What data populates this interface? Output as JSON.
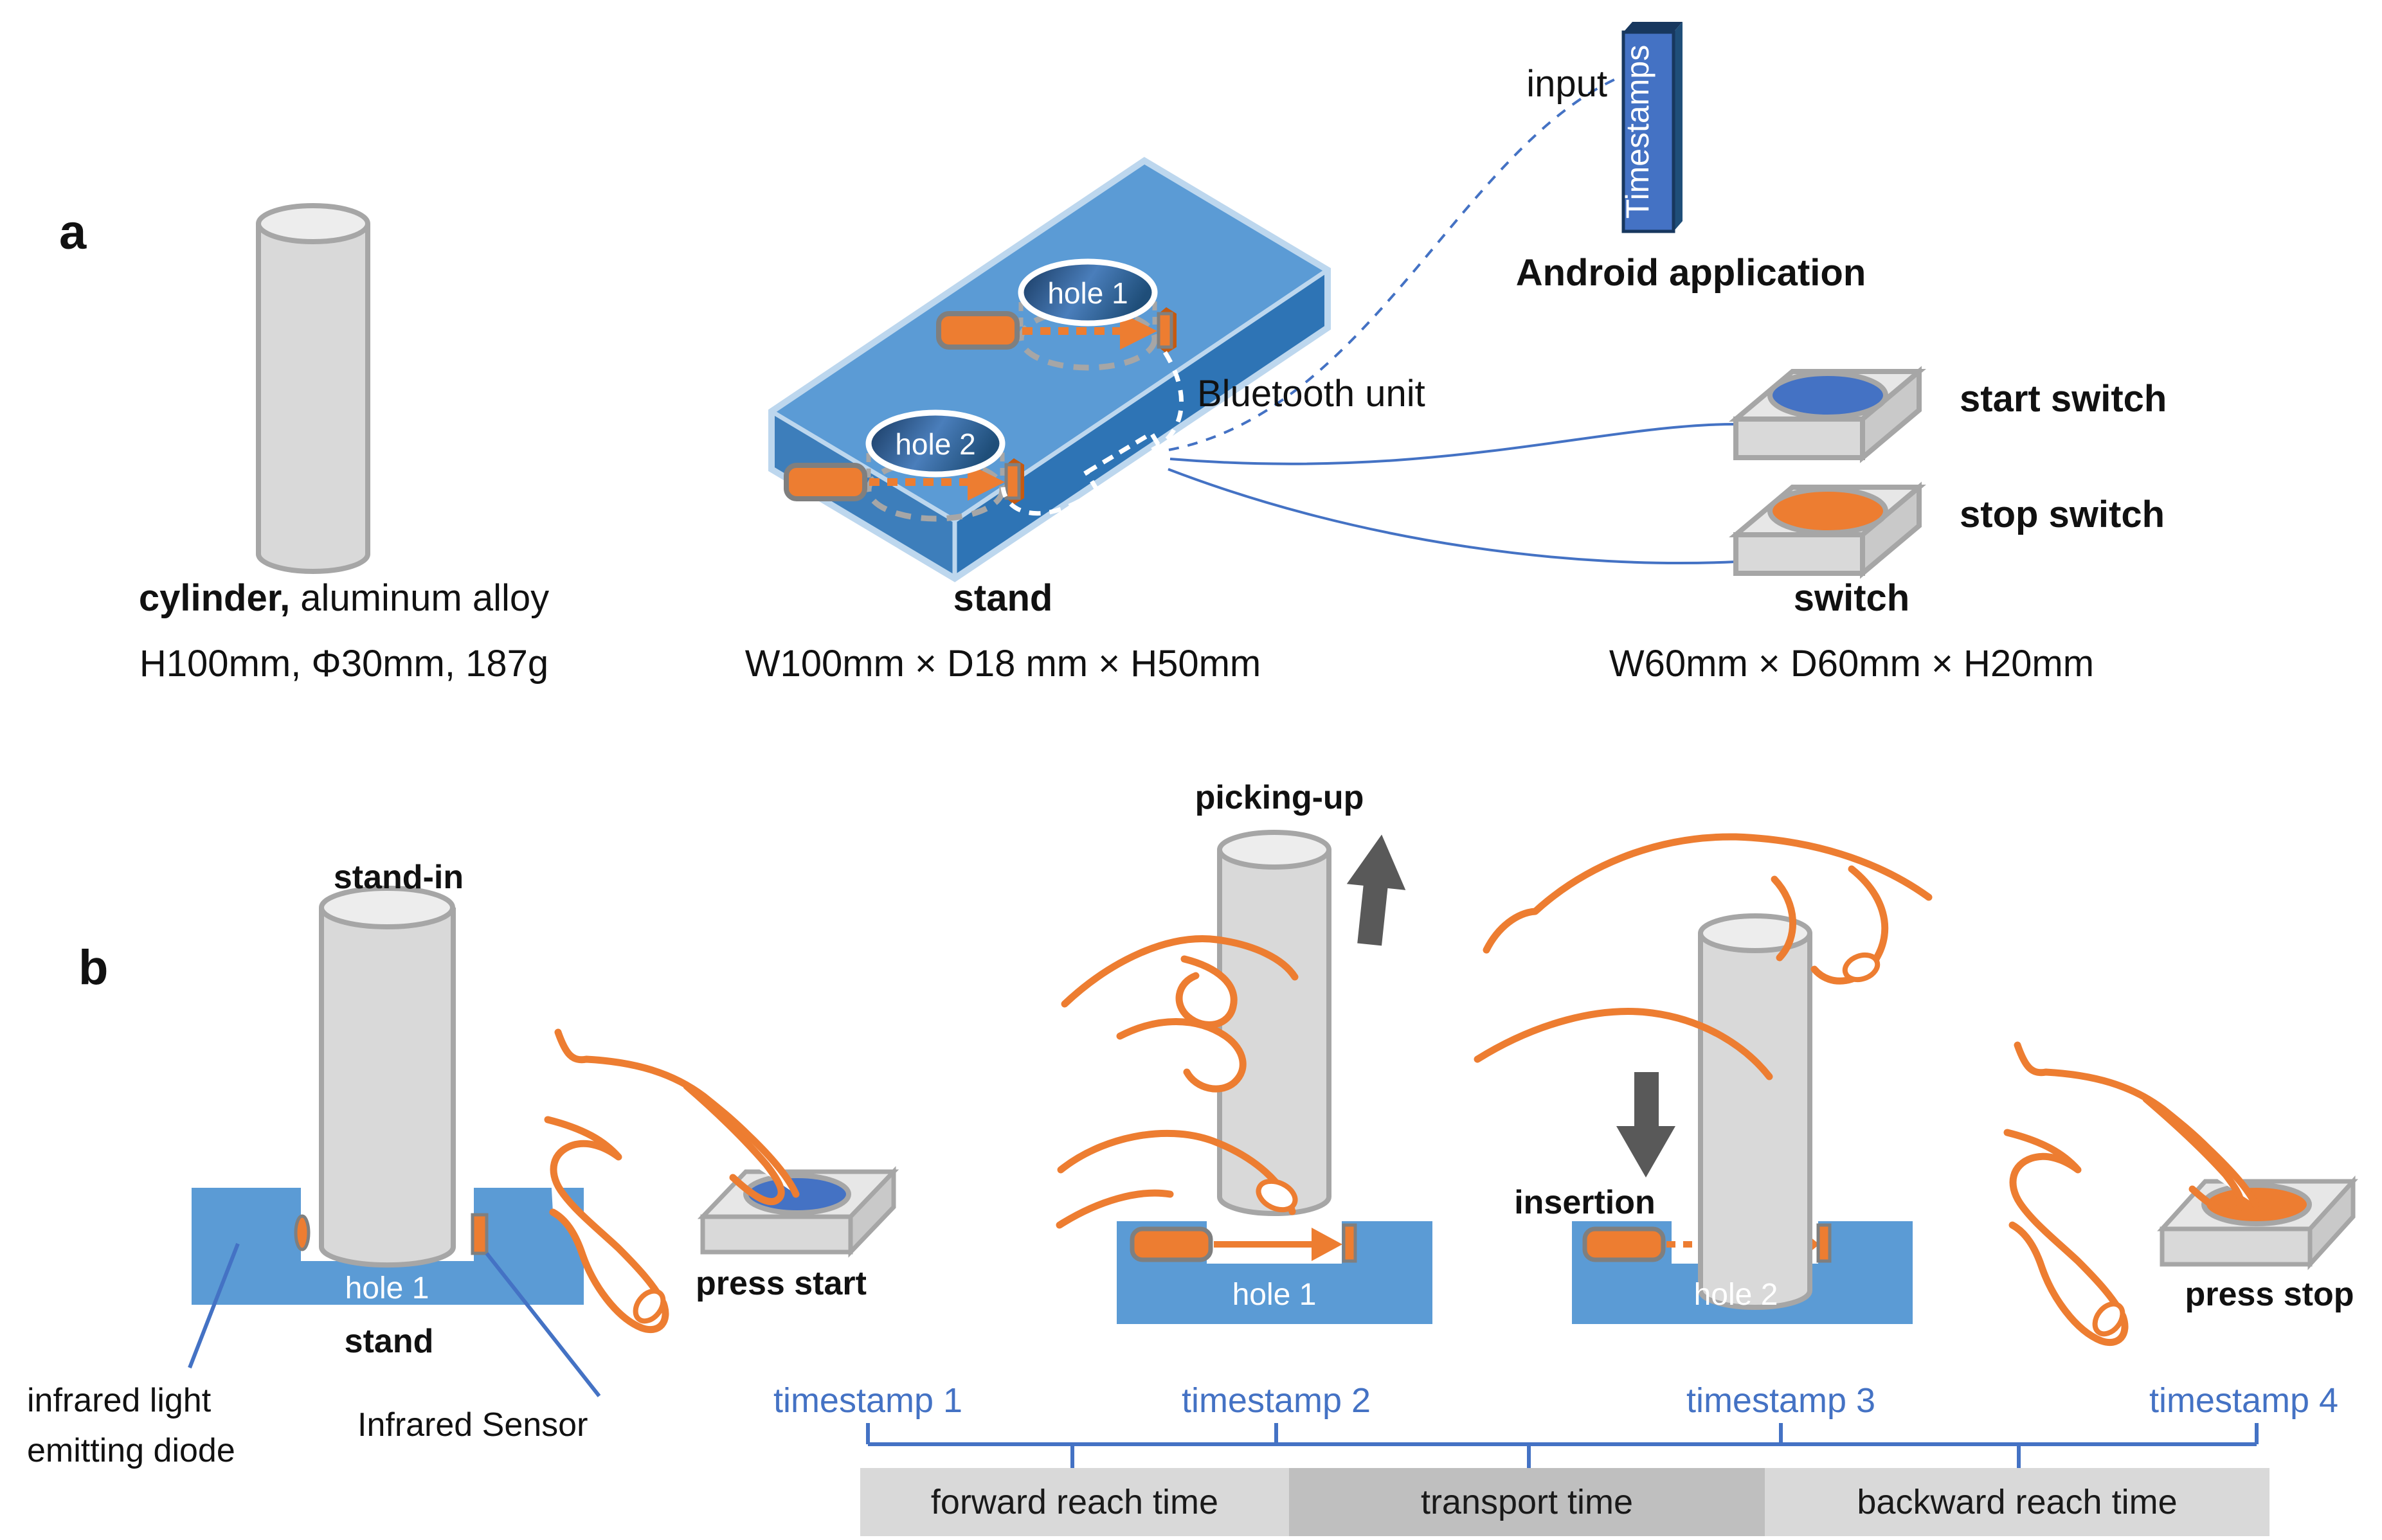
{
  "panel_a": {
    "label": "a",
    "cylinder": {
      "caption_bold": "cylinder,",
      "caption_rest": " aluminum alloy",
      "dims": "H100mm, Φ30mm, 187g"
    },
    "stand": {
      "hole1": "hole 1",
      "hole2": "hole 2",
      "name": "stand",
      "dims": "W100mm × D18 mm × H50mm"
    },
    "bluetooth_label": "Bluetooth unit",
    "phone": {
      "input_label": "input",
      "screen_text": "Timestamps",
      "caption": "Android application"
    },
    "switches": {
      "start_label": "start switch",
      "stop_label": "stop switch",
      "name": "switch",
      "dims": "W60mm × D60mm × H20mm"
    }
  },
  "panel_b": {
    "label": "b",
    "stand_in": {
      "title": "stand-in",
      "hole": "hole 1",
      "stand_name": "stand",
      "led_line1": "infrared light",
      "led_line2": "emitting diode",
      "sensor_label": "Infrared Sensor"
    },
    "press_start": {
      "title": "press start",
      "timestamp": "timestamp 1"
    },
    "picking_up": {
      "title": "picking-up",
      "hole": "hole 1",
      "timestamp": "timestamp 2"
    },
    "insertion": {
      "title": "insertion",
      "hole": "hole 2",
      "timestamp": "timestamp 3"
    },
    "press_stop": {
      "title": "press stop",
      "timestamp": "timestamp 4"
    },
    "timeline": {
      "forward": "forward reach time",
      "transport": "transport time",
      "backward": "backward reach time"
    }
  },
  "colors": {
    "accent_blue": "#4472C4",
    "stand_blue_top": "#5B9BD5",
    "stand_blue_front": "#3D7EBB",
    "stand_blue_side": "#2E74B5",
    "pale_blue_edge": "#BDD7EE",
    "hole_navy": "#16365C",
    "orange": "#ED7D31",
    "gray_cylinder": "#D9D9D9",
    "gray_stroke": "#A6A6A6",
    "arrow_gray": "#595959",
    "box_light_gray": "#D9D9D9",
    "box_mid_gray": "#BFBFBF"
  }
}
